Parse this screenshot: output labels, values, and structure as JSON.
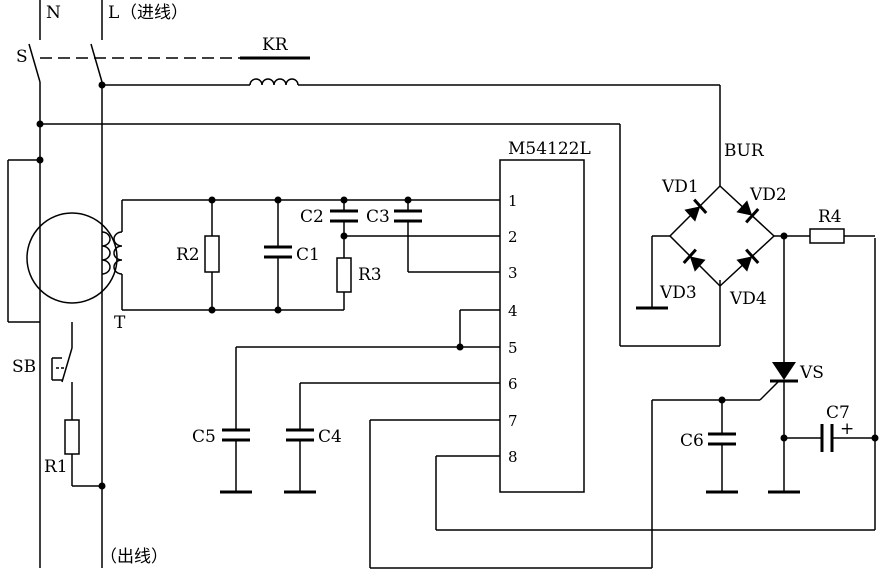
{
  "labels": {
    "n": "N",
    "l": "L",
    "l_note": "（进线）",
    "out_note": "（出线）",
    "s": "S",
    "kr": "KR",
    "sb": "SB",
    "r1": "R1",
    "t": "T",
    "r2": "R2",
    "c1": "C1",
    "c2": "C2",
    "c3": "C3",
    "r3": "R3",
    "c4": "C4",
    "c5": "C5",
    "ic": "M54122L",
    "pins": [
      "1",
      "2",
      "3",
      "4",
      "5",
      "6",
      "7",
      "8"
    ],
    "bur": "BUR",
    "vd1": "VD1",
    "vd2": "VD2",
    "vd3": "VD3",
    "vd4": "VD4",
    "r4": "R4",
    "vs": "VS",
    "c6": "C6",
    "c7": "C7",
    "c7_polarity": "+"
  }
}
